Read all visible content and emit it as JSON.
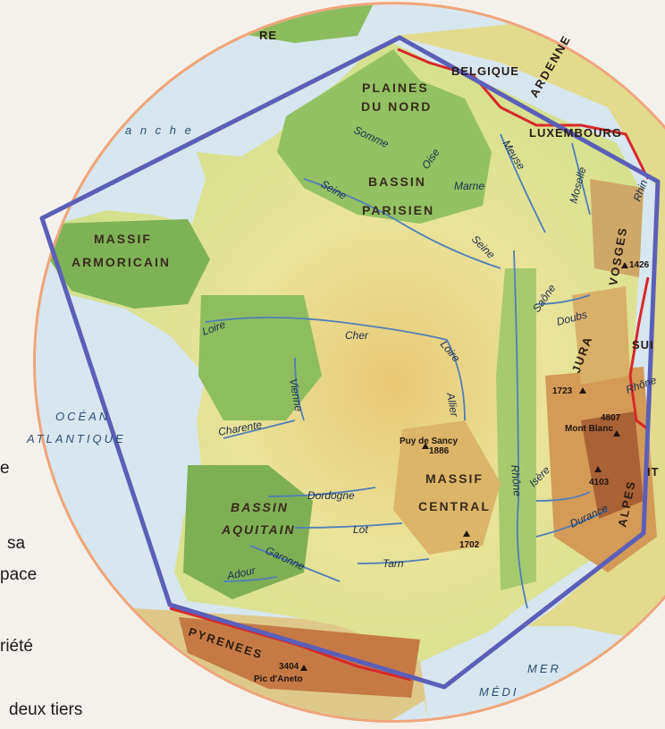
{
  "map": {
    "regions": {
      "plaines_du_nord": [
        "PLAINES",
        "DU NORD"
      ],
      "bassin_parisien": [
        "BASSIN",
        "PARISIEN"
      ],
      "massif_armoricain": [
        "MASSIF",
        "ARMORICAIN"
      ],
      "massif_central": [
        "MASSIF",
        "CENTRAL"
      ],
      "bassin_aquitain": [
        "BASSIN",
        "AQUITAIN"
      ]
    },
    "seas": {
      "manche": "a n c h e",
      "ocean_line1": "OCÉAN",
      "ocean_line2": "ATLANTIQUE",
      "mer": "MER",
      "mediterranee": "MÉDI"
    },
    "countries": {
      "belgique": "BELGIQUE",
      "luxembourg": "LUXEMBOURG",
      "suisse": "SUI",
      "italie": "IT",
      "top_cut": "RE"
    },
    "ranges": {
      "ardenne": "ARDENNE",
      "vosges": "VOSGES",
      "jura": "JURA",
      "alpes": "ALPES",
      "pyrenees": "PYRENEES"
    },
    "rivers": {
      "somme": "Somme",
      "oise": "Oise",
      "marne": "Marne",
      "seine_1": "Seine",
      "seine_2": "Seine",
      "meuse": "Meuse",
      "moselle": "Moselle",
      "rhin": "Rhin",
      "loire_1": "Loire",
      "loire_2": "Loire",
      "cher": "Cher",
      "vienne": "Vienne",
      "charente": "Charente",
      "allier": "Allier",
      "saone": "Saône",
      "doubs": "Doubs",
      "rhone_1": "Rhône",
      "rhone_2": "Rhône",
      "isere": "Isère",
      "durance": "Durance",
      "dordogne": "Dordogne",
      "lot": "Lot",
      "garonne": "Garonne",
      "tarn": "Tarn",
      "adour": "Adour"
    },
    "peaks": {
      "puy_de_sancy_name": "Puy de Sancy",
      "puy_de_sancy_alt": "1886",
      "central_alt": "1702",
      "vosges_alt": "1426",
      "jura_alt": "1723",
      "mont_blanc_alt": "4807",
      "mont_blanc_name": "Mont Blanc",
      "alps_alt": "4103",
      "aneto_alt": "3404",
      "aneto_name": "Pic d'Aneto"
    }
  },
  "side_text": {
    "line1": "sa",
    "line2": "pace",
    "line3": "riété",
    "line4": "deux tiers",
    "fragment": "e"
  },
  "colors": {
    "hexagon": "#5b5fb8",
    "sea": "#d7e6ef",
    "lowland": "#86b55a",
    "plateau": "#e9e39a",
    "mountain": "#d49a58",
    "highmountain": "#a96235",
    "border": "#d8282a",
    "circle_edge": "#f0a57a"
  }
}
